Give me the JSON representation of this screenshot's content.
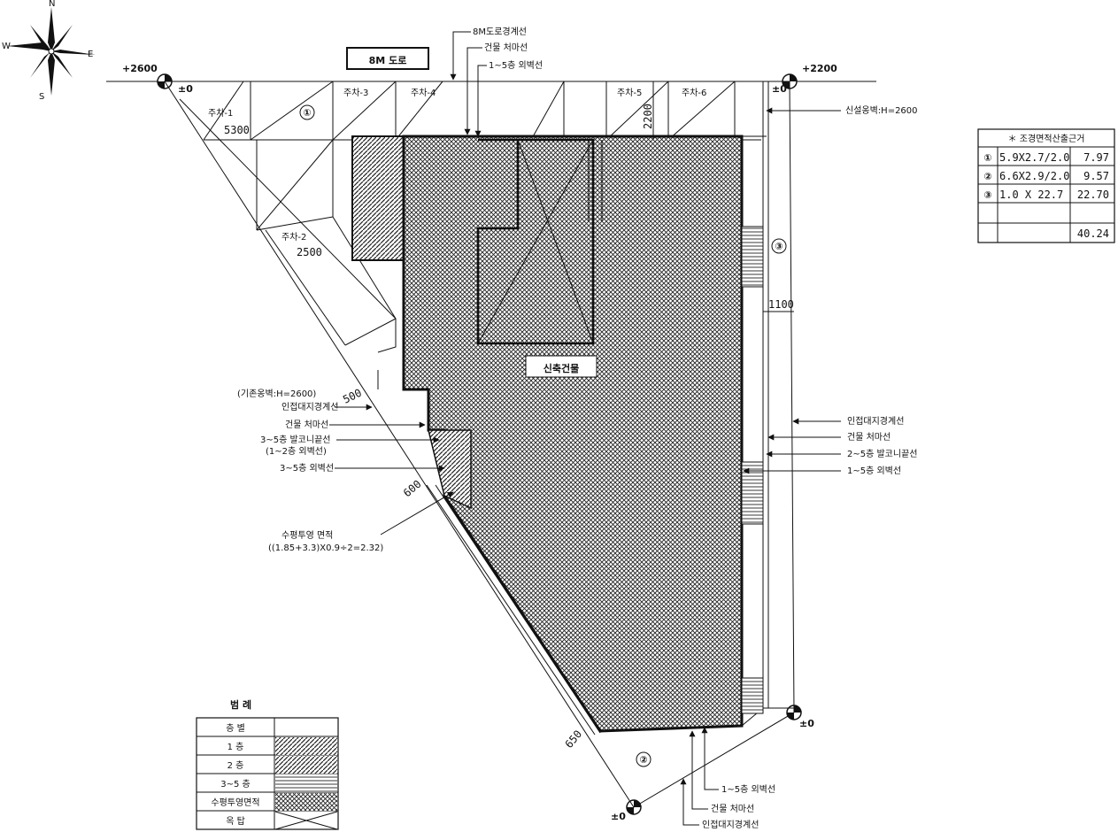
{
  "road": {
    "label": "8M 도로"
  },
  "elevations": {
    "nw": "+2600",
    "ne": "+2200",
    "zero": "±0"
  },
  "compass": {
    "n": "N",
    "e": "E",
    "w": "W",
    "s": "S"
  },
  "parking": {
    "p1": "주차-1",
    "p2": "주차-2",
    "p3": "주차-3",
    "p4": "주차-4",
    "p5": "주차-5",
    "p6": "주차-6"
  },
  "dimensions": {
    "d5300": "5300",
    "d2500": "2500",
    "d2200": "2200",
    "d1100": "1100",
    "d500": "500",
    "d600": "600",
    "d650": "650"
  },
  "areas": {
    "a1": "①",
    "a2": "②",
    "a3": "③"
  },
  "building_label": "신축건물",
  "annotations": {
    "top_road": "8M도로경계선",
    "top_setback": "건물 처마선",
    "top_wall": "1~5층 외벽선",
    "right_new_wall": "신설옹벽:H=2600",
    "left_exist_wall": "(기존옹벽:H=2600)",
    "left_boundary": "인접대지경계선",
    "left_setback": "건물 처마선",
    "left_balcony": "3~5층 발코니끝선",
    "left_balcony_sub": "(1~2층 외벽선)",
    "left_wall": "3~5층 외벽선",
    "left_proj": "수평투영 면적",
    "left_proj_formula": "((1.85+3.3)X0.9÷2=2.32)",
    "right_boundary": "인접대지경계선",
    "right_setback": "건물 처마선",
    "right_balcony": "2~5층 발코니끝선",
    "right_wall": "1~5층 외벽선",
    "bottom_wall": "1~5층 외벽선",
    "bottom_setback": "건물 처마선",
    "bottom_boundary": "인접대지경계선"
  },
  "landscape_table": {
    "title": "＊ 조경면적산출근거",
    "rows": [
      {
        "mark": "①",
        "formula": "5.9X2.7/2.0",
        "value": "7.97"
      },
      {
        "mark": "②",
        "formula": "6.6X2.9/2.0",
        "value": "9.57"
      },
      {
        "mark": "③",
        "formula": "1.0 X 22.7",
        "value": "22.70"
      },
      {
        "mark": "",
        "formula": "",
        "value": ""
      },
      {
        "mark": "",
        "formula": "",
        "value": "40.24"
      }
    ]
  },
  "legend": {
    "title": "범   례",
    "rows": [
      {
        "label": "층 별"
      },
      {
        "label": "1   층"
      },
      {
        "label": "2   층"
      },
      {
        "label": "3~5 층"
      },
      {
        "label": "수평투영면적"
      },
      {
        "label": "옥   탑"
      }
    ]
  }
}
